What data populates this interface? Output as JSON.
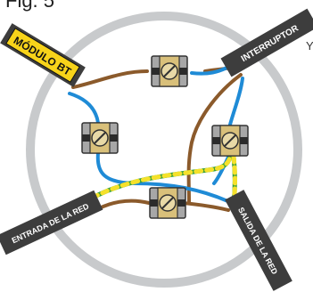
{
  "figure_label": "Fig. 5",
  "edge_text": "Y",
  "cables": {
    "modulo_bt": "MÓDULO BT",
    "interruptor": "INTERRUPTOR",
    "entrada": "ENTRADA DE LA RED",
    "salida": "SALIDA DE LA RED"
  },
  "colors": {
    "box_ring": "#c8cacc",
    "cable_sleeve": "#3d3d3d",
    "label_yellow": "#f7d31a",
    "wire_brown": "#8b5a2b",
    "wire_blue": "#1f8bd6",
    "wire_green": "#3aa13a",
    "wire_yellow": "#f5e12b",
    "terminal_brass": "#d9c07a",
    "terminal_body": "#a7a7a7"
  },
  "icons": [
    "terminal-block-icon"
  ]
}
